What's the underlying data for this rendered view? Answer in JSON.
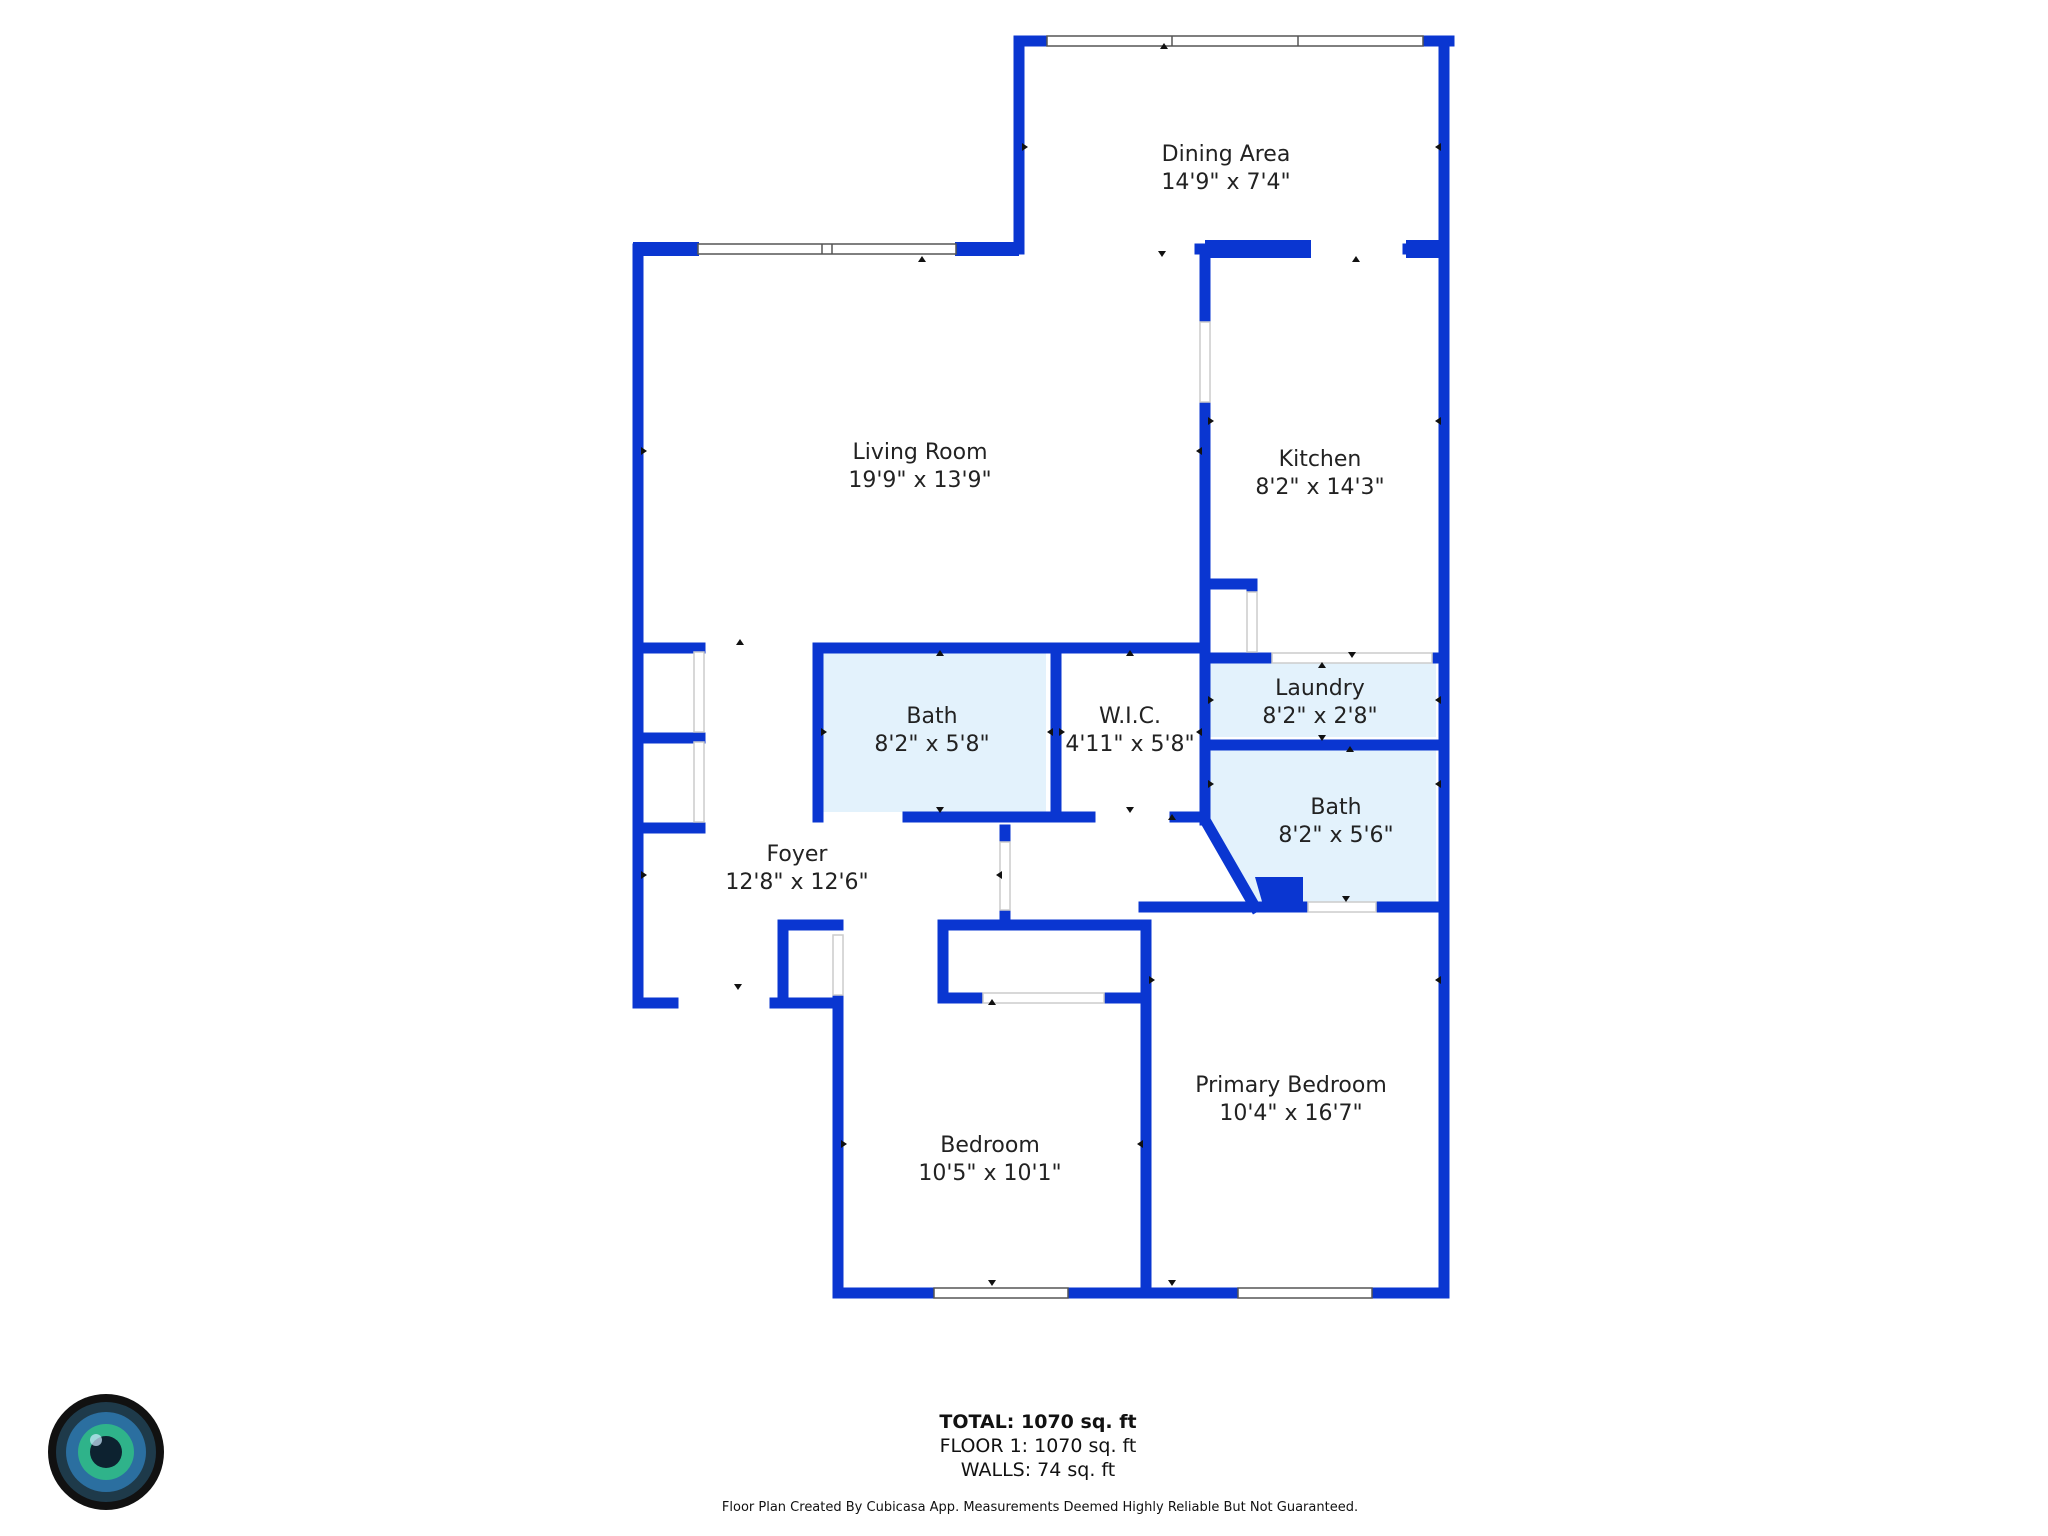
{
  "colors": {
    "wall": "#0a36d1",
    "shaded_room": "#e3f2fc",
    "window": "#ffffff",
    "text": "#222222"
  },
  "rooms": [
    {
      "id": "dining",
      "name": "Dining Area",
      "dims": "14'9\" x 7'4\""
    },
    {
      "id": "living",
      "name": "Living Room",
      "dims": "19'9\" x 13'9\""
    },
    {
      "id": "kitchen",
      "name": "Kitchen",
      "dims": "8'2\" x 14'3\""
    },
    {
      "id": "laundry",
      "name": "Laundry",
      "dims": "8'2\" x 2'8\""
    },
    {
      "id": "bath1",
      "name": "Bath",
      "dims": "8'2\" x 5'8\""
    },
    {
      "id": "wic",
      "name": "W.I.C.",
      "dims": "4'11\" x 5'8\""
    },
    {
      "id": "bath2",
      "name": "Bath",
      "dims": "8'2\" x 5'6\""
    },
    {
      "id": "foyer",
      "name": "Foyer",
      "dims": "12'8\" x 12'6\""
    },
    {
      "id": "bedroom",
      "name": "Bedroom",
      "dims": "10'5\" x 10'1\""
    },
    {
      "id": "primary",
      "name": "Primary Bedroom",
      "dims": "10'4\" x 16'7\""
    }
  ],
  "summary": {
    "total": "TOTAL: 1070 sq. ft",
    "floor1": "FLOOR 1: 1070 sq. ft",
    "walls": "WALLS: 74 sq. ft"
  },
  "disclaimer": "Floor Plan Created By Cubicasa App. Measurements Deemed Highly Reliable But Not Guaranteed.",
  "logo_icon": "camera-lens-icon"
}
